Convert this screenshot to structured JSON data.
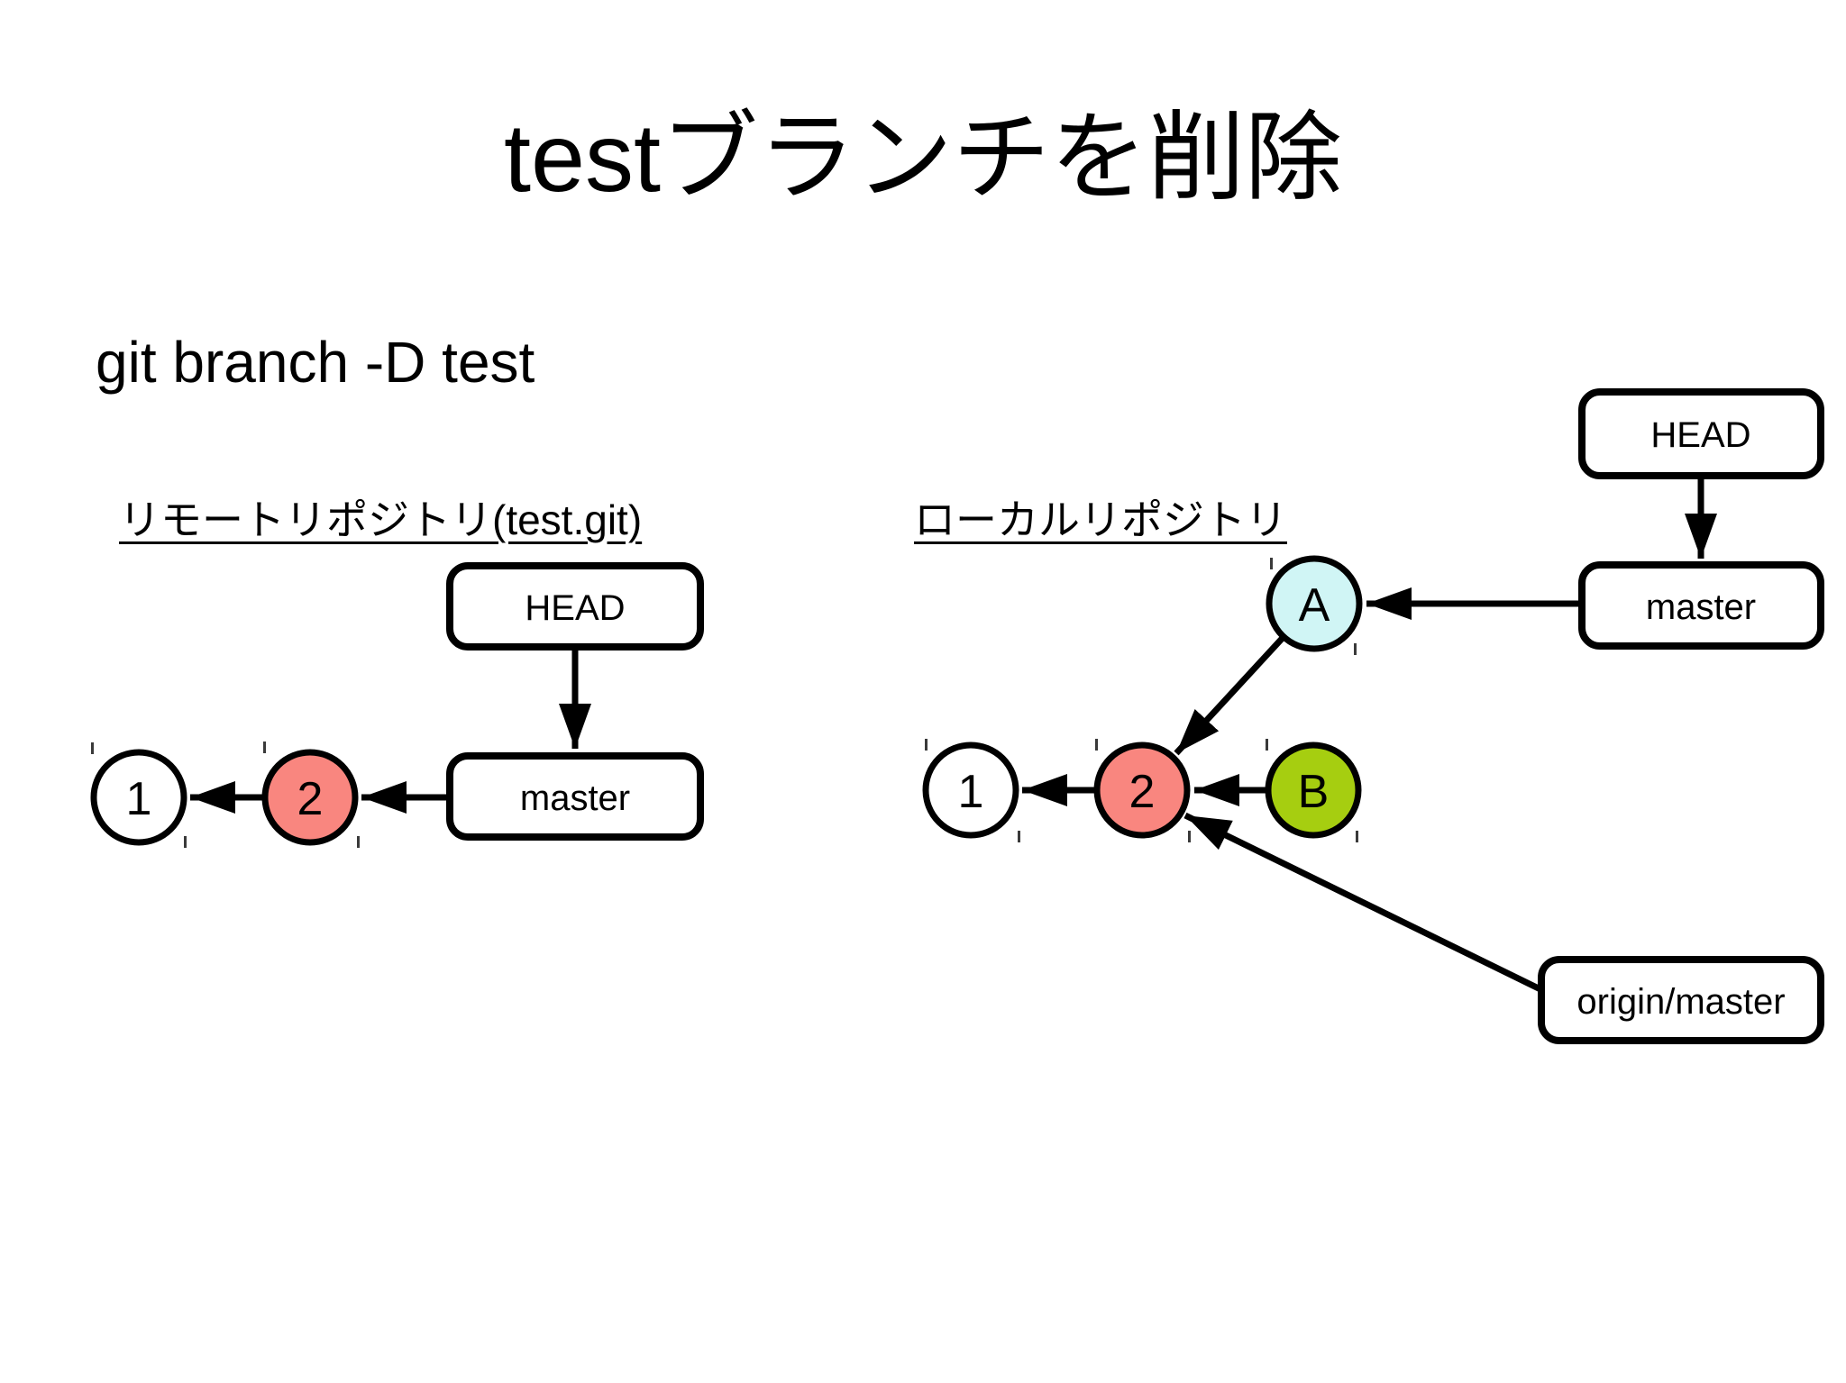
{
  "slide": {
    "title": "testブランチを削除",
    "command": "git branch -D test"
  },
  "colors": {
    "highlighted_commit_fill": "#F9867F",
    "commit_a_fill": "#D0F5F5",
    "commit_b_fill": "#A6CE10",
    "default_node_fill": "#FFFFFF",
    "line_color": "#000000"
  },
  "remote_repo": {
    "heading": "リモートリポジトリ(test.git)",
    "head_label": "HEAD",
    "master_label": "master",
    "commit1_label": "1",
    "commit2_label": "2"
  },
  "local_repo": {
    "heading": "ローカルリポジトリ",
    "head_label": "HEAD",
    "master_label": "master",
    "origin_master_label": "origin/master",
    "commit1_label": "1",
    "commit2_label": "2",
    "commit_a_label": "A",
    "commit_b_label": "B"
  }
}
